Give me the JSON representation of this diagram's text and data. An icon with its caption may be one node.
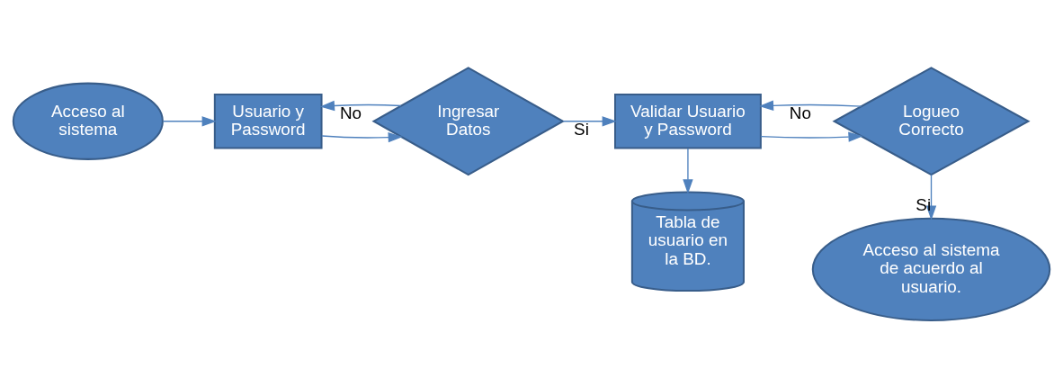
{
  "diagram": {
    "nodes": [
      {
        "text": [
          "Acceso al sistema"
        ]
      },
      {
        "text": [
          "Usuario y Password"
        ]
      },
      {
        "text": [
          "Ingresar Datos"
        ]
      },
      {
        "text": [
          "Validar Usuario y Password"
        ]
      },
      {
        "text": [
          "Logueo Correcto"
        ]
      },
      {
        "text": [
          "Tabla de usuario en la BD."
        ]
      },
      {
        "text": [
          "Acceso al sistema de acuerdo al usuario."
        ]
      }
    ],
    "edges": [
      {
        "from": 0,
        "to": 1,
        "arrow": "to"
      },
      {
        "from": 1,
        "to": 2,
        "arrow": "to"
      },
      {
        "from": 2,
        "to": 1,
        "arrow": "to",
        "label": "No"
      },
      {
        "from": 2,
        "to": 3,
        "arrow": "to",
        "label": "Si"
      },
      {
        "from": 3,
        "to": 4,
        "arrow": "to"
      },
      {
        "from": 4,
        "to": 3,
        "arrow": "to",
        "label": "No"
      },
      {
        "from": 3,
        "to": 5,
        "arrow": "to"
      },
      {
        "from": 4,
        "to": 6,
        "arrow": "to",
        "label": "Si"
      }
    ]
  }
}
